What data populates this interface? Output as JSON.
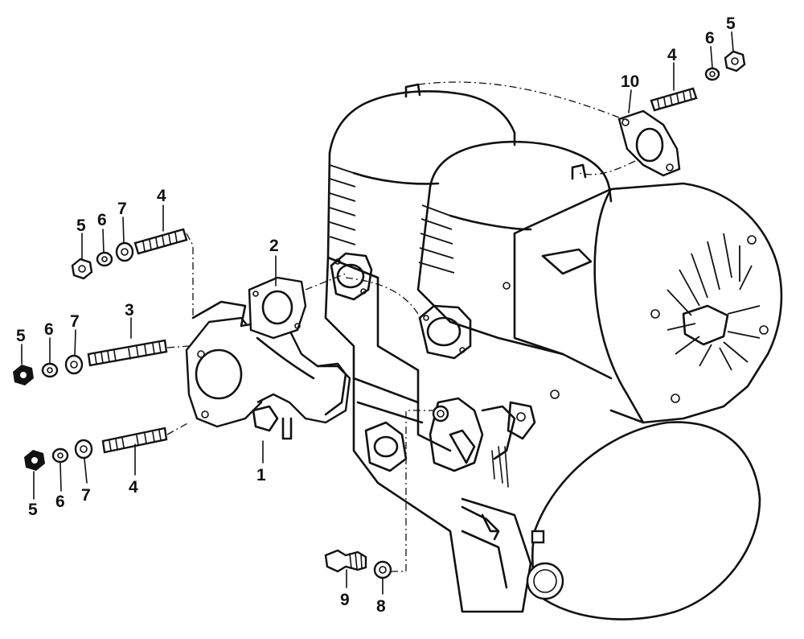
{
  "callouts": {
    "c1": "1",
    "c2": "2",
    "c3": "3",
    "c4a": "4",
    "c4b": "4",
    "c4c": "4",
    "c5a": "5",
    "c5b": "5",
    "c5c": "5",
    "c5d": "5",
    "c6a": "6",
    "c6b": "6",
    "c6c": "6",
    "c6d": "6",
    "c7a": "7",
    "c7b": "7",
    "c7c": "7",
    "c8": "8",
    "c9": "9",
    "c10": "10"
  },
  "colors": {
    "ink": "#111111",
    "paper": "#ffffff"
  }
}
